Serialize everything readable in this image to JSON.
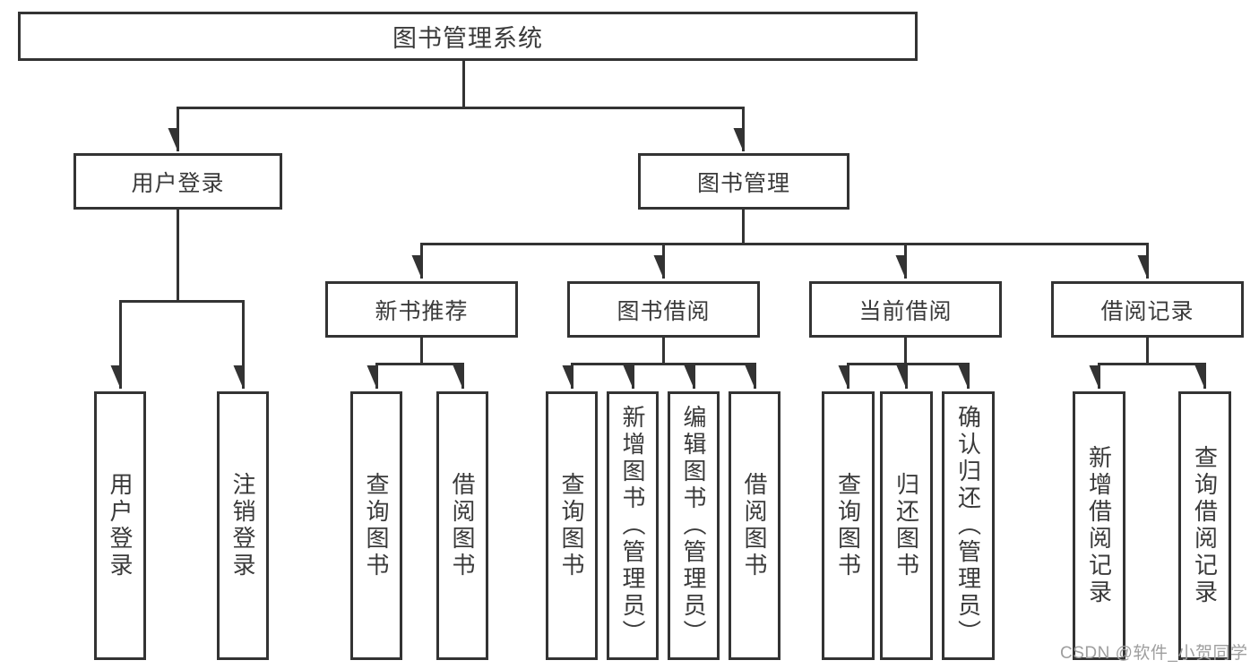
{
  "diagram": {
    "root": {
      "label": "图书管理系统"
    },
    "level2": [
      {
        "label": "用户登录"
      },
      {
        "label": "图书管理"
      }
    ],
    "level3": [
      {
        "label": "新书推荐"
      },
      {
        "label": "图书借阅"
      },
      {
        "label": "当前借阅"
      },
      {
        "label": "借阅记录"
      }
    ],
    "leaves": [
      {
        "label": "用户登录"
      },
      {
        "label": "注销登录"
      },
      {
        "label": "查询图书"
      },
      {
        "label": "借阅图书"
      },
      {
        "label": "查询图书"
      },
      {
        "label": "新增图书（管理员）"
      },
      {
        "label": "编辑图书（管理员）"
      },
      {
        "label": "借阅图书"
      },
      {
        "label": "查询图书"
      },
      {
        "label": "归还图书"
      },
      {
        "label": "确认归还（管理员）"
      },
      {
        "label": "新增借阅记录"
      },
      {
        "label": "查询借阅记录"
      }
    ]
  },
  "watermark": {
    "text": "CSDN @软件_小贺同学"
  },
  "colors": {
    "line": "#333333",
    "text": "#3a3a3a",
    "watermark": "#9e9e9e",
    "background": "#ffffff"
  }
}
